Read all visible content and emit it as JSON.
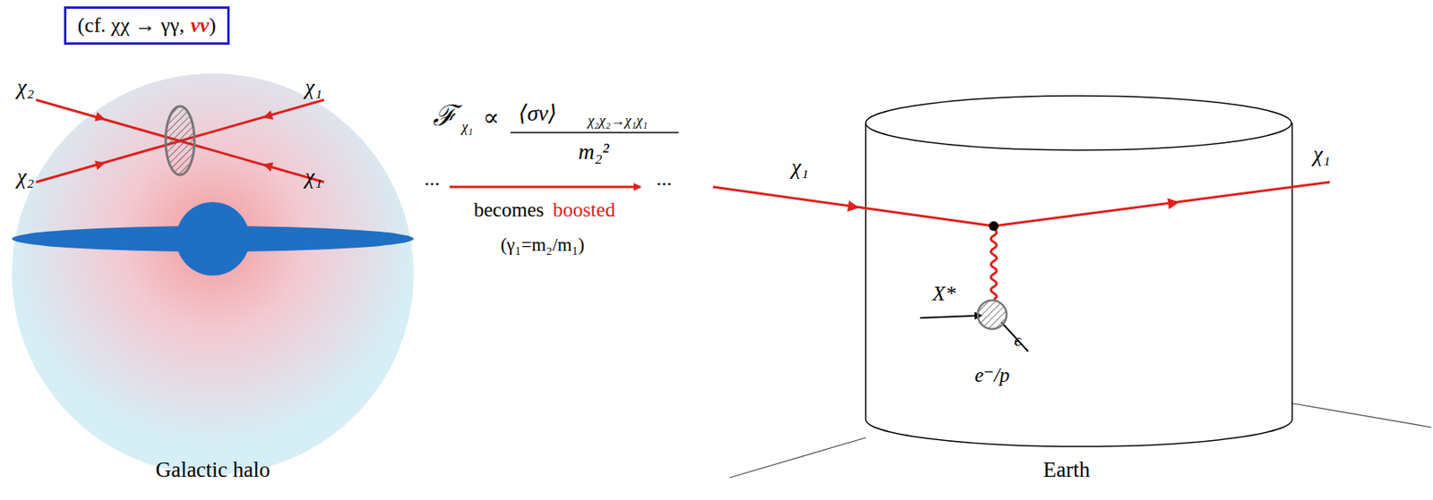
{
  "diagram": {
    "nodes": [
      {
        "text": [
          "(cf. χχ → γγ,",
          "νν",
          ")"
        ]
      },
      {
        "text": [
          "Galactic halo"
        ]
      },
      {
        "text": [
          "Earth"
        ]
      }
    ],
    "labels": [
      "χ₂",
      "χ₂",
      "χ₁",
      "χ₁",
      "ℱ",
      "χ₁",
      "∝",
      "⟨σv⟩",
      "χ₂χ₂→χ₁χ₁",
      "m₂²",
      "...",
      "...",
      "becomes",
      "boosted",
      "(γ₁=m₂/m₁)",
      "χ₁",
      "χ₁",
      "X*",
      "ϵ",
      "e⁻/p"
    ]
  }
}
